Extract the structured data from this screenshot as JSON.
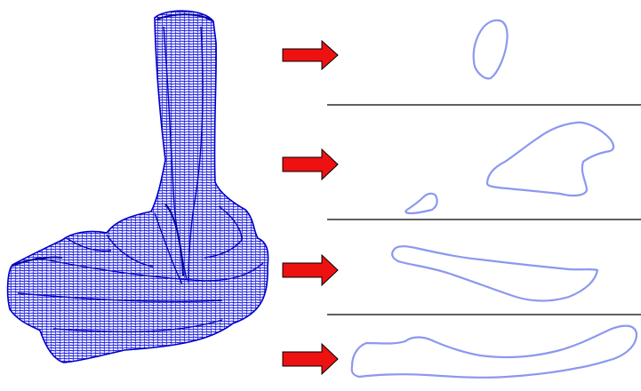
{
  "figure": {
    "model": {
      "icon": "wireframe-bone-mesh",
      "color": "#1010e0"
    },
    "arrows": {
      "icon": "right-arrow",
      "count": 4,
      "fill": "#ee1111",
      "stroke": "#000000"
    },
    "slices": {
      "count": 4,
      "contour_color": "#8c98ef",
      "divider_color": "#000000"
    }
  }
}
